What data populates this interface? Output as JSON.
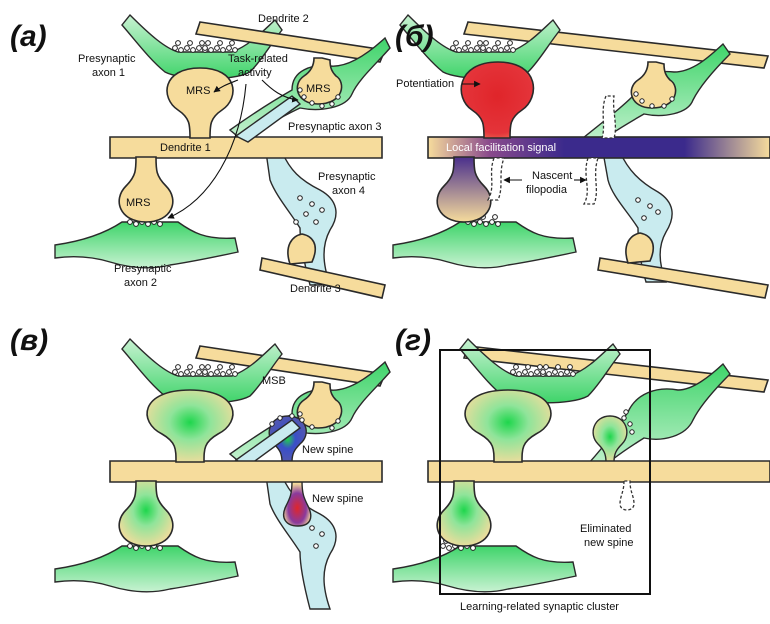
{
  "colors": {
    "dendrite": "#f6dc9c",
    "axon_green": "#59d87a",
    "axon_cyan": "#c9ebef",
    "potentiation": "#e0252a",
    "facilitation_signal": "#3b2a8c"
  },
  "panels": {
    "a": {
      "letter": "(а)",
      "labels": {
        "presynaptic_axon_1": [
          "Presynaptic",
          "axon 1"
        ],
        "dendrite_2": "Dendrite 2",
        "task_related": [
          "Task-related",
          "activity"
        ],
        "mrs_top": "MRS",
        "mrs_right": "MRS",
        "presynaptic_axon_3": "Presynaptic axon 3",
        "dendrite_1": "Dendrite 1",
        "mrs_bottom": "MRS",
        "presynaptic_axon_4": [
          "Presynaptic",
          "axon 4"
        ],
        "presynaptic_axon_2": [
          "Presynaptic",
          "axon 2"
        ],
        "dendrite_3": "Dendrite 3"
      }
    },
    "b": {
      "letter": "(б)",
      "labels": {
        "potentiation": "Potentiation",
        "local_facilitation": "Local facilitation signal",
        "nascent_filopodia": [
          "Nascent",
          "filopodia"
        ]
      }
    },
    "c": {
      "letter": "(в)",
      "labels": {
        "msb": "MSB",
        "new_spine_1": "New spine",
        "new_spine_2": "New spine"
      }
    },
    "d": {
      "letter": "(г)",
      "labels": {
        "eliminated": [
          "Eliminated",
          "new spine"
        ],
        "cluster": "Learning-related synaptic cluster"
      }
    }
  }
}
